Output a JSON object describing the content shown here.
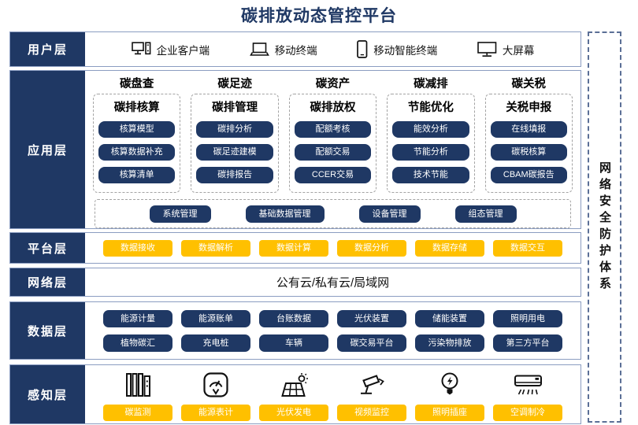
{
  "title": "碳排放动态管控平台",
  "security_sidebar": {
    "label": "网络安全防护体系"
  },
  "colors": {
    "navy": "#1f3864",
    "yellow": "#ffc000",
    "box_border": "#8b9dc1",
    "dashed_gray": "#a3a3a3",
    "security_dashed": "#5b6f96"
  },
  "layers": {
    "user": {
      "label": "用户层",
      "items": [
        {
          "icon": "desktop-pc-icon",
          "label": "企业客户端"
        },
        {
          "icon": "laptop-icon",
          "label": "移动终端"
        },
        {
          "icon": "smartphone-icon",
          "label": "移动智能终端"
        },
        {
          "icon": "big-screen-icon",
          "label": "大屏幕"
        }
      ]
    },
    "app": {
      "label": "应用层",
      "columns": [
        {
          "header": "碳盘查",
          "subheader": "碳排核算",
          "buttons": [
            "核算模型",
            "核算数据补充",
            "核算清单"
          ]
        },
        {
          "header": "碳足迹",
          "subheader": "碳排管理",
          "buttons": [
            "碳排分析",
            "碳足迹建模",
            "碳排报告"
          ]
        },
        {
          "header": "碳资产",
          "subheader": "碳排放权",
          "buttons": [
            "配额考核",
            "配额交易",
            "CCER交易"
          ]
        },
        {
          "header": "碳减排",
          "subheader": "节能优化",
          "buttons": [
            "能效分析",
            "节能分析",
            "技术节能"
          ]
        },
        {
          "header": "碳关税",
          "subheader": "关税申报",
          "buttons": [
            "在线填报",
            "碳税核算",
            "CBAM碳报告"
          ]
        }
      ],
      "common_buttons": [
        "系统管理",
        "基础数据管理",
        "设备管理",
        "组态管理"
      ]
    },
    "platform": {
      "label": "平台层",
      "buttons": [
        "数据接收",
        "数据解析",
        "数据计算",
        "数据分析",
        "数据存储",
        "数据交互"
      ]
    },
    "network": {
      "label": "网络层",
      "text": "公有云/私有云/局域网"
    },
    "data": {
      "label": "数据层",
      "rows": [
        [
          "能源计量",
          "能源账单",
          "台账数据",
          "光伏装置",
          "储能装置",
          "照明用电"
        ],
        [
          "植物碳汇",
          "充电桩",
          "车辆",
          "碳交易平台",
          "污染物排放",
          "第三方平台"
        ]
      ]
    },
    "sensing": {
      "label": "感知层",
      "items": [
        {
          "icon": "carbon-monitor-icon",
          "label": "碳监测"
        },
        {
          "icon": "energy-meter-icon",
          "label": "能源表计"
        },
        {
          "icon": "solar-power-icon",
          "label": "光伏发电"
        },
        {
          "icon": "cctv-camera-icon",
          "label": "视频监控"
        },
        {
          "icon": "light-bulb-icon",
          "label": "照明插座"
        },
        {
          "icon": "air-conditioner-icon",
          "label": "空调制冷"
        }
      ]
    }
  }
}
